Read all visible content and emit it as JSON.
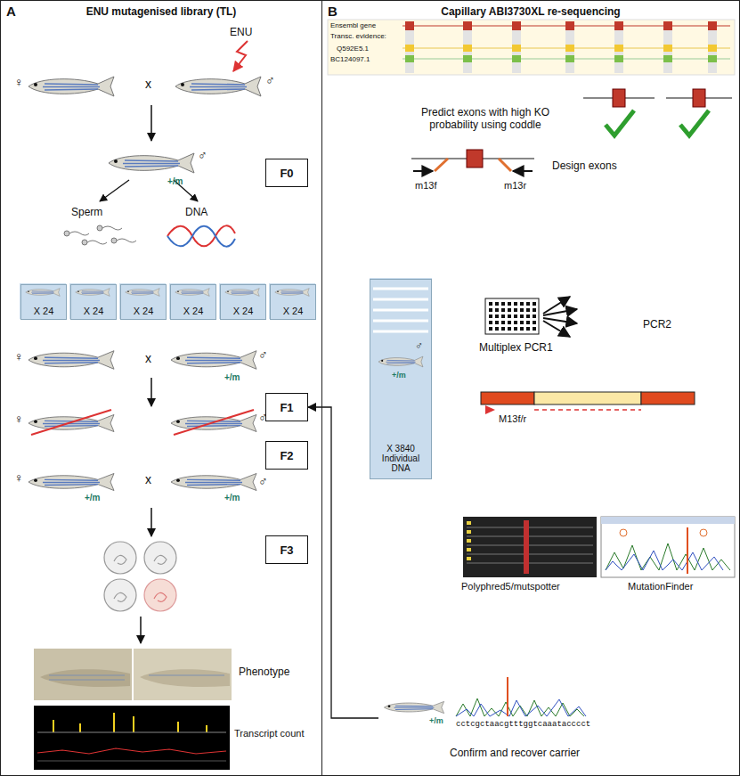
{
  "diagram": {
    "nodes": [
      {
        "text": [
          "A",
          "ENU mutagenised library (TL)"
        ]
      },
      {
        "text": [
          "F0"
        ],
        "in": 0
      },
      {
        "text": [
          "X 24"
        ],
        "in": 0
      },
      {
        "text": [
          "X 24"
        ],
        "in": 0
      },
      {
        "text": [
          "X 24"
        ],
        "in": 0
      },
      {
        "text": [
          "X 24"
        ],
        "in": 0
      },
      {
        "text": [
          "X 24"
        ],
        "in": 0
      },
      {
        "text": [
          "X 24"
        ],
        "in": 0
      },
      {
        "text": [
          "F1"
        ],
        "in": 0
      },
      {
        "text": [
          "F2"
        ],
        "in": 0
      },
      {
        "text": [
          "F3"
        ],
        "in": 0
      },
      {
        "text": [
          "B",
          "Capillary ABI3730XL re-sequencing"
        ]
      },
      {
        "text": [
          "X 3840 Individual DNA"
        ],
        "in": 11
      },
      {
        "text": [
          "Confirm and recover carrier"
        ],
        "in": 11
      }
    ],
    "edges": [
      {
        "from": 13,
        "to": 8,
        "arrow": "to"
      }
    ],
    "labels": [
      "ENU",
      "♀",
      "x",
      "♂",
      "♂",
      "+/m",
      "Sperm",
      "DNA",
      "♀",
      "x",
      "♂",
      "+/m",
      "♀",
      "♂",
      "♀",
      "+/m",
      "x",
      "♂",
      "+/m",
      "Phenotype",
      "Transcript count",
      "Ensembl gene",
      "Transc. evidence:",
      "Q592E5.1",
      "BC124097.1",
      "Predict exons with high KO probability using coddle",
      "m13f",
      "m13r",
      "Design exons",
      "♂",
      "+/m",
      "Multiplex PCR1",
      "PCR2",
      "M13f/r",
      "Polyphred5/mutspotter",
      "MutationFinder",
      "+/m",
      "cctcgctaacgtttggtcaaatacccct"
    ]
  }
}
